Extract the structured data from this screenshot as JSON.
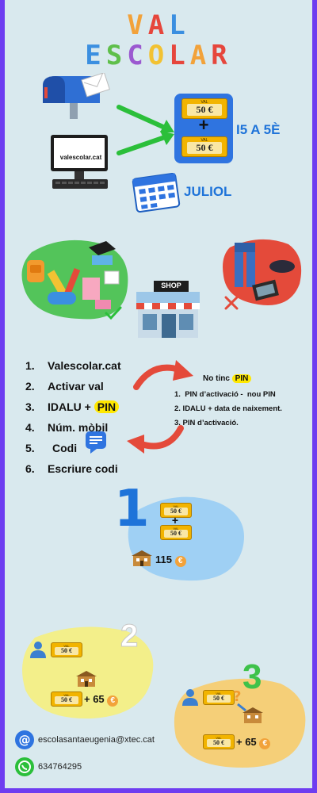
{
  "title": {
    "line1": [
      "V",
      "A",
      "L"
    ],
    "line2": [
      "E",
      "S",
      "C",
      "O",
      "L",
      "A",
      "R"
    ],
    "colors": [
      "#f2a23a",
      "#e6463c",
      "#3b8fe0",
      "#5fbf4a",
      "#9b59d0",
      "#f2c232",
      "#e6463c"
    ]
  },
  "vouchers": {
    "label": "VAL",
    "amount": "50 €"
  },
  "plus": "+",
  "grades": "I5 A 5È",
  "month": "JULIOL",
  "website_screen": "valescolar.cat",
  "shop_sign": "SHOP",
  "steps": [
    {
      "num": "1.",
      "text": "Valescolar.cat"
    },
    {
      "num": "2.",
      "text": "Activar val"
    },
    {
      "num": "3.",
      "text_before": "IDALU + ",
      "text_pin": "PIN"
    },
    {
      "num": "4.",
      "text": "Núm. mòbil"
    },
    {
      "num": "5.",
      "text": "Codi"
    },
    {
      "num": "6.",
      "text": "Escriure codi"
    }
  ],
  "no_pin": {
    "before": "No tinc ",
    "pin": "PIN"
  },
  "pin_options": [
    "1.  PIN d’activació -  nou PIN",
    "2. IDALU + data de naixement.",
    "3. PIN d’activació."
  ],
  "case1": {
    "number": "1",
    "total": "115"
  },
  "case2": {
    "number": "2",
    "extra": "+ 65"
  },
  "case3": {
    "number": "3",
    "extra": "+ 65"
  },
  "euro_symbol": "€",
  "contact": {
    "email": "escolasantaeugenia@xtec.cat",
    "phone": "634764295"
  },
  "colors": {
    "frame": "#6e3df0",
    "background": "#d9e9ee",
    "accent_blue": "#1e73d9",
    "voucher_gold": "#f2b400",
    "green_blob": "#53c45a",
    "red_blob": "#e44a3a",
    "light_blue_blob": "#9fd0f4",
    "yellow_blob": "#f3ef8a",
    "orange_blob": "#f5cf78"
  }
}
